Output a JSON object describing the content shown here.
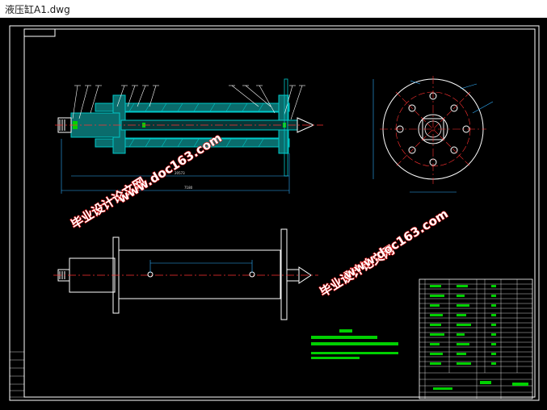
{
  "window": {
    "title": "液压缸A1.dwg"
  },
  "drawing": {
    "watermark_cn": "毕业设计论文网",
    "watermark_url": "www.doc163.com",
    "dimension_main": "7180",
    "dimension_sub": "20573",
    "colors": {
      "background": "#000000",
      "frame": "#ffffff",
      "section": "#00c8c8",
      "center_line": "#ff3030",
      "dimension": "#30b0ff",
      "table_text": "#00d000",
      "watermark_outline": "#cc0000"
    }
  }
}
